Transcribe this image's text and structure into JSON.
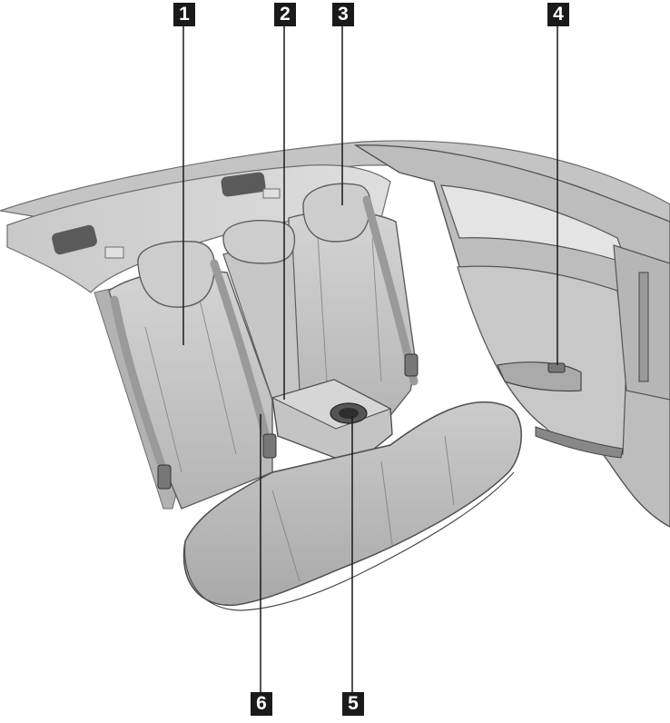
{
  "callouts": [
    {
      "id": "1",
      "label": "1"
    },
    {
      "id": "2",
      "label": "2"
    },
    {
      "id": "3",
      "label": "3"
    },
    {
      "id": "4",
      "label": "4"
    },
    {
      "id": "5",
      "label": "5"
    },
    {
      "id": "6",
      "label": "6"
    }
  ],
  "colors": {
    "badge": "#1a1a1a",
    "leader_line": "#1a1a1a",
    "seat": "#cfcfcf",
    "interior_trim": "#bdbdbd",
    "background": "#ffffff"
  }
}
